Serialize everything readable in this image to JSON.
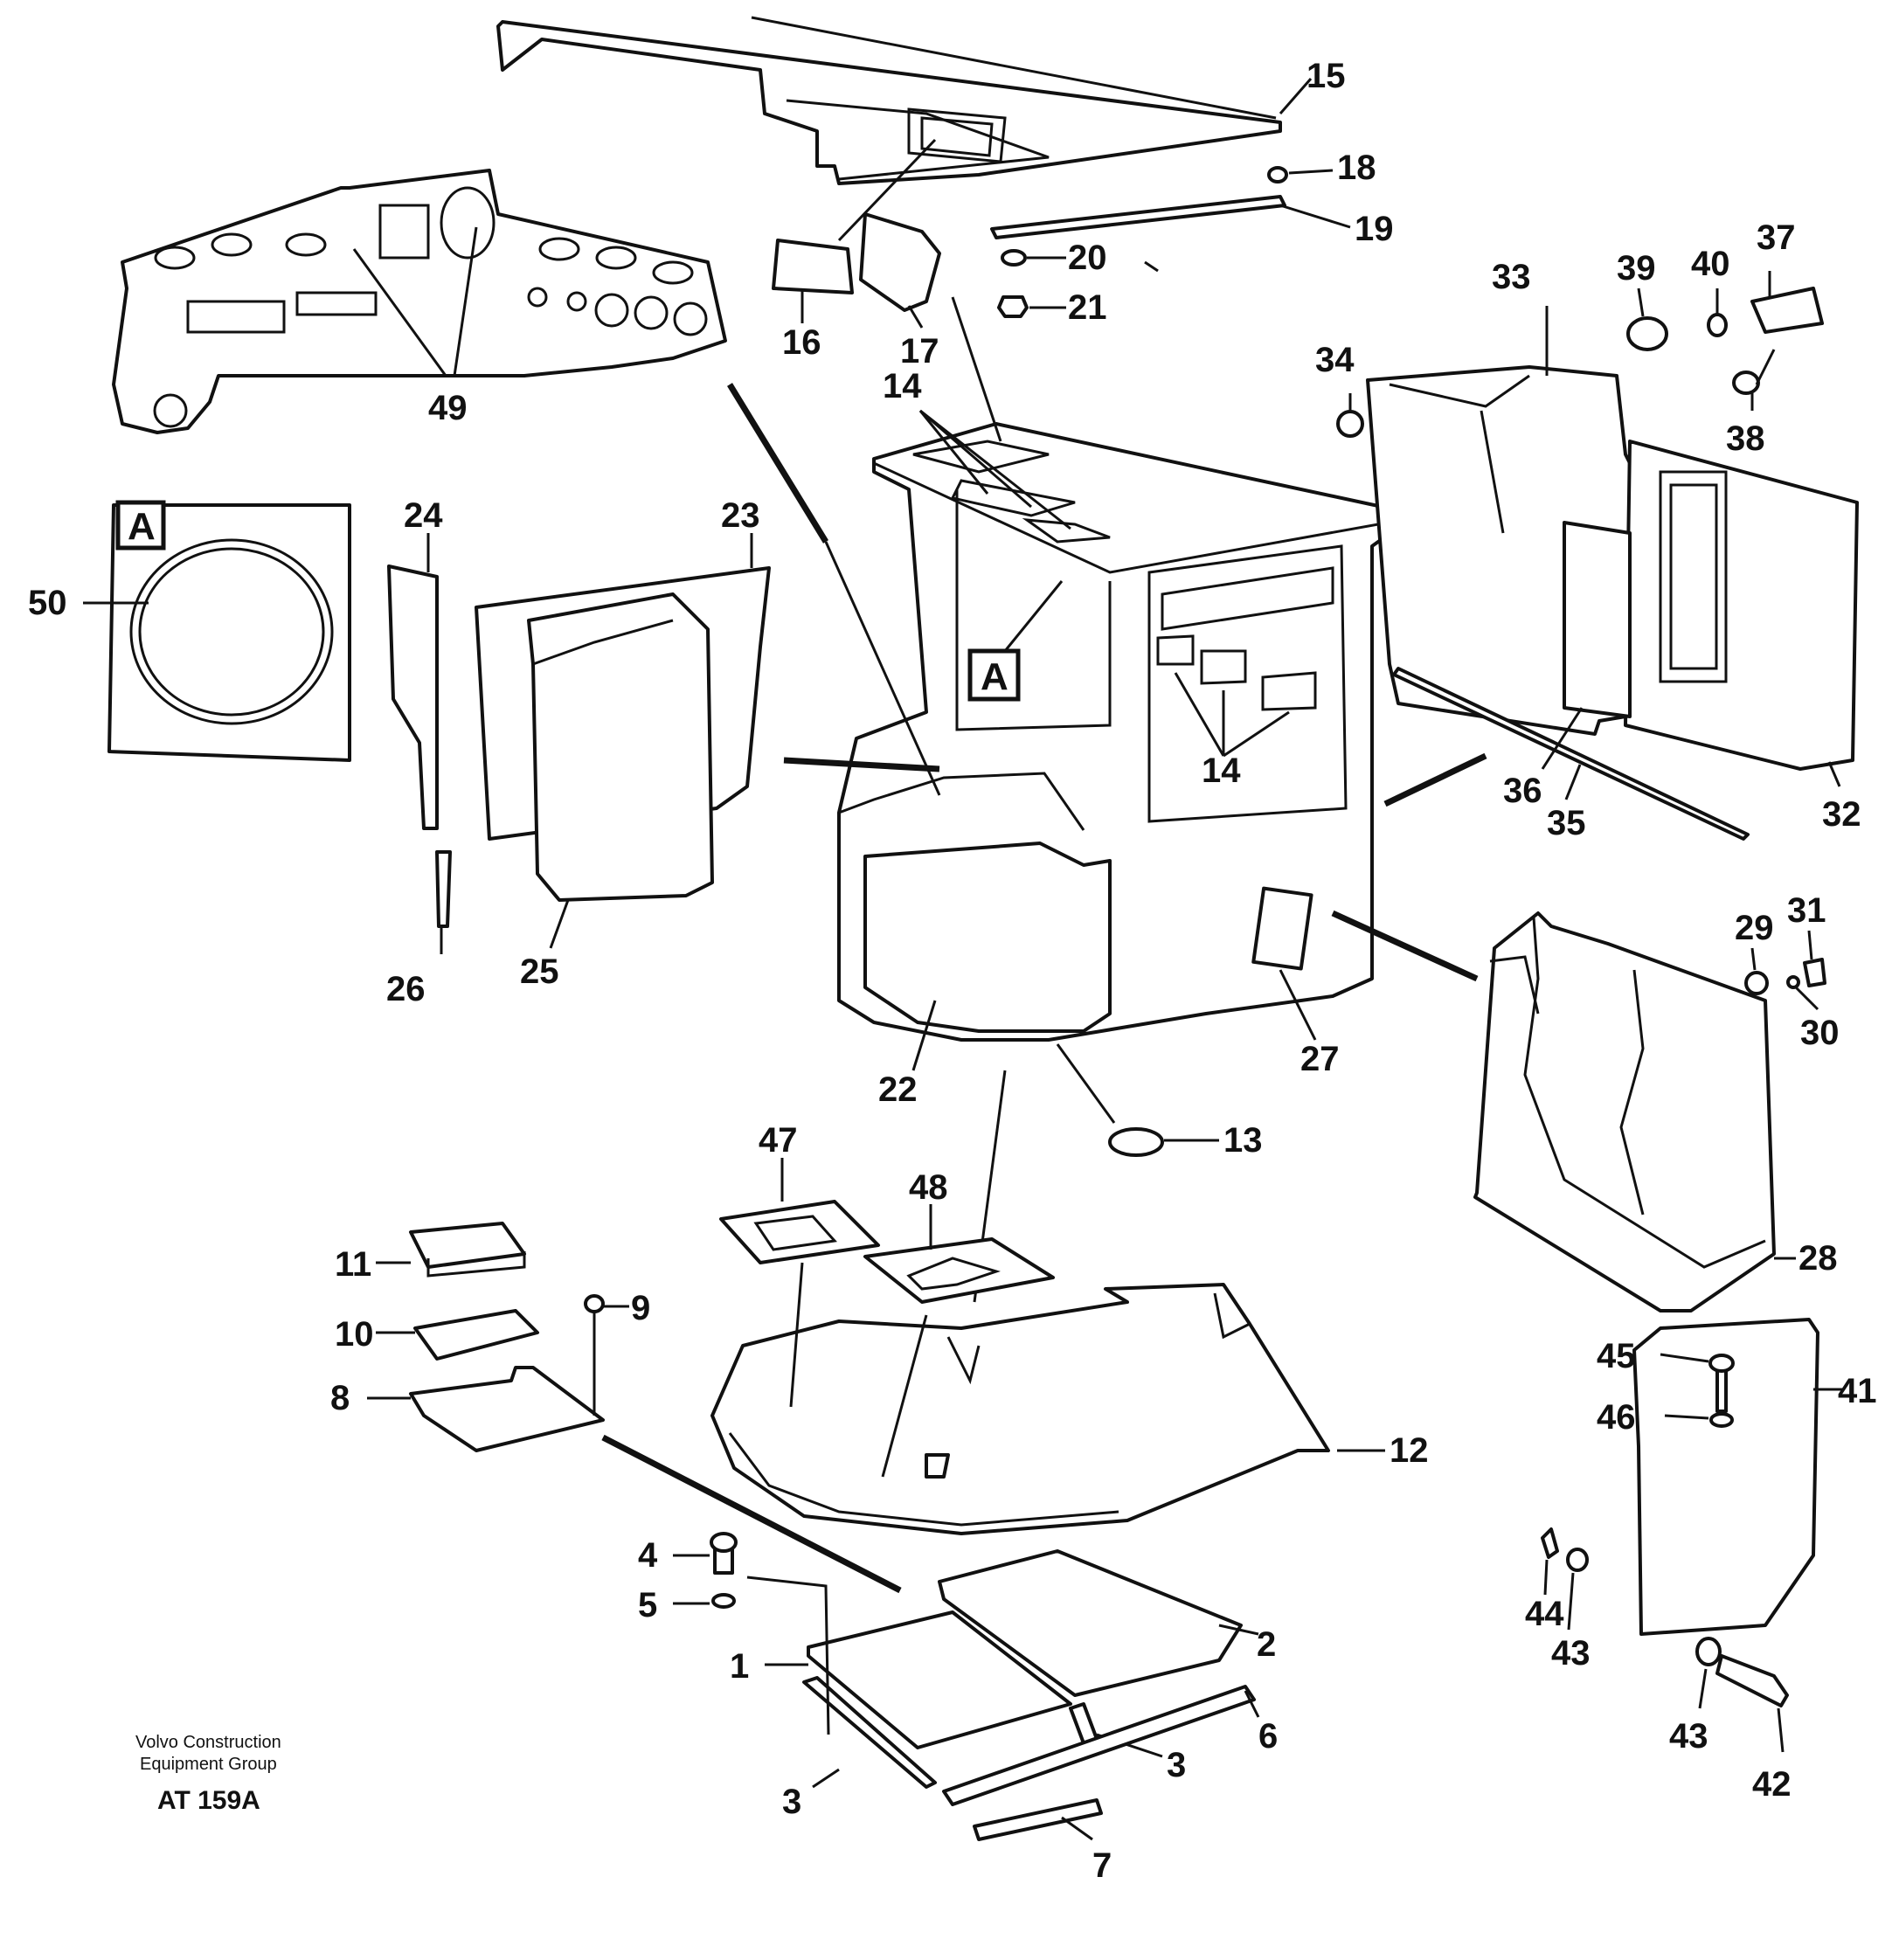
{
  "diagram": {
    "labels": {
      "p1": "1",
      "p2": "2",
      "p3a": "3",
      "p3b": "3",
      "p4": "4",
      "p5": "5",
      "p6": "6",
      "p7": "7",
      "p8": "8",
      "p9": "9",
      "p10": "10",
      "p11": "11",
      "p12": "12",
      "p13": "13",
      "p14a": "14",
      "p14b": "14",
      "p15": "15",
      "p16": "16",
      "p17": "17",
      "p18": "18",
      "p19": "19",
      "p20": "20",
      "p21": "21",
      "p22": "22",
      "p23": "23",
      "p24": "24",
      "p25": "25",
      "p26": "26",
      "p27": "27",
      "p28": "28",
      "p29": "29",
      "p30": "30",
      "p31": "31",
      "p32": "32",
      "p33": "33",
      "p34": "34",
      "p35": "35",
      "p36": "36",
      "p37": "37",
      "p38": "38",
      "p39": "39",
      "p40": "40",
      "p41": "41",
      "p42": "42",
      "p43a": "43",
      "p43b": "43",
      "p44": "44",
      "p45": "45",
      "p46": "46",
      "p47": "47",
      "p48": "48",
      "p49": "49",
      "p50": "50"
    },
    "detail_marker": "A",
    "credit_line1": "Volvo Construction",
    "credit_line2": "Equipment Group",
    "drawing_code": "AT 159A"
  }
}
